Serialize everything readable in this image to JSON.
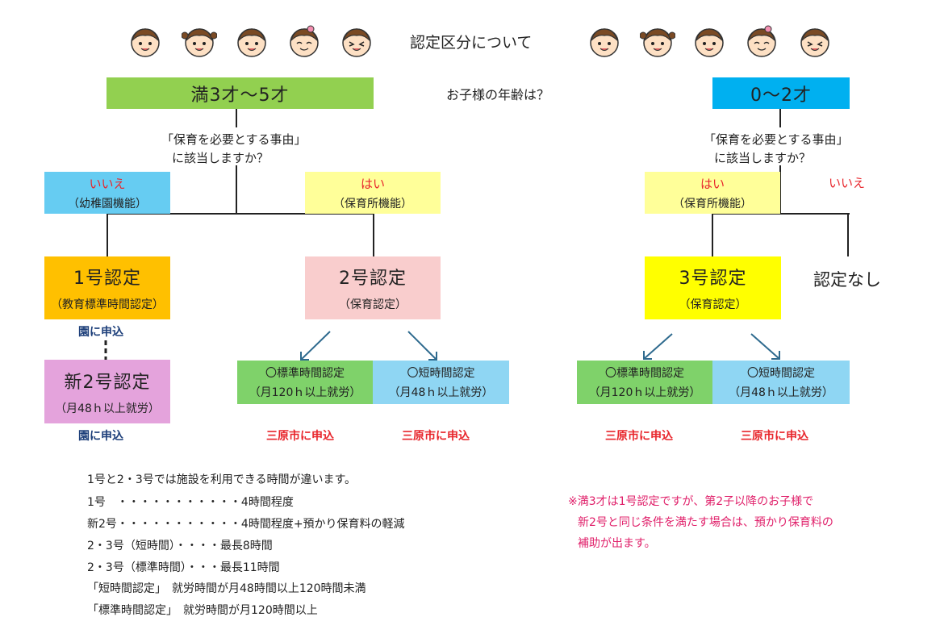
{
  "title": "認定区分について",
  "question_age": "お子様の年齢は？",
  "age_left": "満3才～5才",
  "age_right": "0～2才",
  "q_reason_line1": "「保育を必要とする事由」",
  "q_reason_line2": "に該当しますか？",
  "yes": "はい",
  "no": "いいえ",
  "kindergarten_func": "（幼稚園機能）",
  "nursery_func": "（保育所機能）",
  "cert1": {
    "title": "1号認定",
    "sub": "（教育標準時間認定）"
  },
  "cert2": {
    "title": "2号認定",
    "sub": "（保育認定）"
  },
  "cert3": {
    "title": "3号認定",
    "sub": "（保育認定）"
  },
  "cert_new2": {
    "title": "新2号認定",
    "sub": "（月48ｈ以上就労）"
  },
  "no_cert": "認定なし",
  "apply_school": "園に申込",
  "apply_city": "三原市に申込",
  "standard": {
    "line1": "〇標準時間認定",
    "line2": "（月120ｈ以上就労）"
  },
  "short": {
    "line1": "〇短時間認定",
    "line2": "（月48ｈ以上就労）"
  },
  "notes": [
    "1号と2・3号では施設を利用できる時間が違います。",
    "1号　・・・・・・・・・・・4時間程度",
    "新2号・・・・・・・・・・・4時間程度+預かり保育料の軽減",
    "2・3号（短時間）・・・・最長8時間",
    "2・3号（標準時間）・・・最長11時間",
    "「短時間認定」　就労時間が月48時間以上120時間未満",
    "「標準時間認定」　就労時間が月120時間以上"
  ],
  "remark": [
    "※満3才は1号認定ですが、第2子以降のお子様で",
    "新2号と同じ条件を満たす場合は、預かり保育料の",
    "補助が出ます。"
  ],
  "colors": {
    "green": "#92d050",
    "sky": "#00b0f0",
    "lightblue": "#66ccf2",
    "lightyellow": "#ffff99",
    "orange": "#ffc000",
    "pinkbox": "#f9cdcd",
    "yellow": "#ffff00",
    "violet": "#e4a3dc",
    "greenbox": "#7fd26a",
    "bluebox": "#8fd6f3"
  }
}
